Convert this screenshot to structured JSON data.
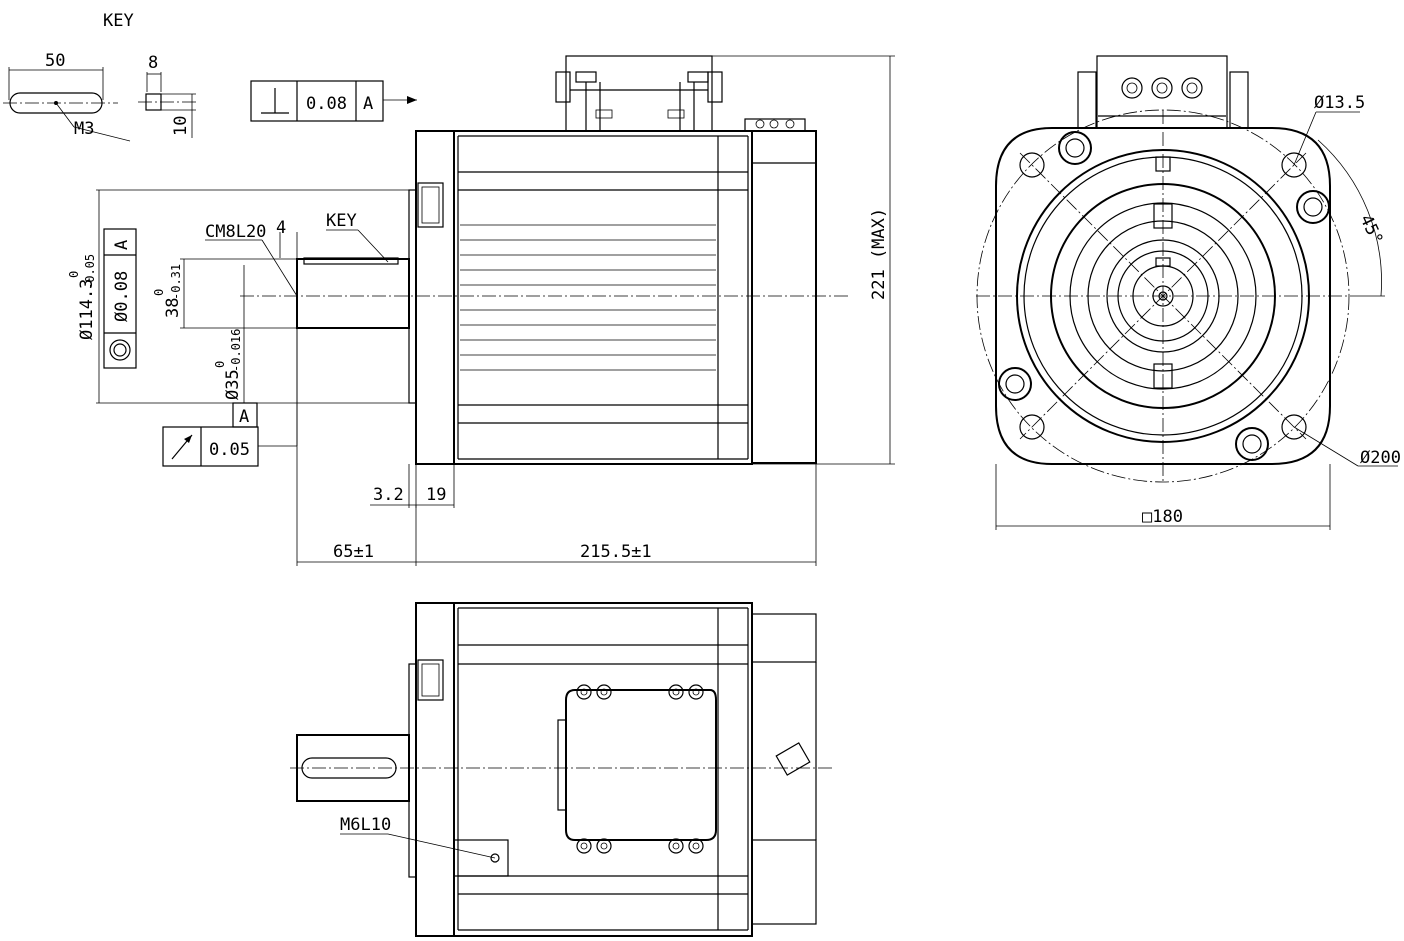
{
  "labels": {
    "key_title": "KEY",
    "key_length": "50",
    "key_width": "8",
    "key_height": "10",
    "key_thread": "M3",
    "perp_symbol": "⊥",
    "perp_tol": "0.08",
    "perp_datum": "A",
    "center_hole": "CM8L20",
    "key_offset": "4",
    "key_label": "KEY",
    "pilot_dia": "Ø114.3",
    "pilot_upper": "0",
    "pilot_lower": "-0.05",
    "conc_tol": "Ø0.08",
    "conc_datum": "A",
    "key_depth": "38",
    "key_depth_upper": "0",
    "key_depth_lower": "-0.31",
    "shaft_dia": "Ø35",
    "shaft_upper": "0",
    "shaft_lower": "-0.016",
    "datum_a": "A",
    "runout_tol": "0.05",
    "flange_gap": "3.2",
    "flange_thk": "19",
    "shaft_len": "65±1",
    "body_len": "215.5±1",
    "max_height": "221 (MAX)",
    "hole_dia": "Ø13.5",
    "angle": "45°",
    "pcd": "Ø200",
    "square": "□180",
    "thread_hole": "M6L10"
  }
}
